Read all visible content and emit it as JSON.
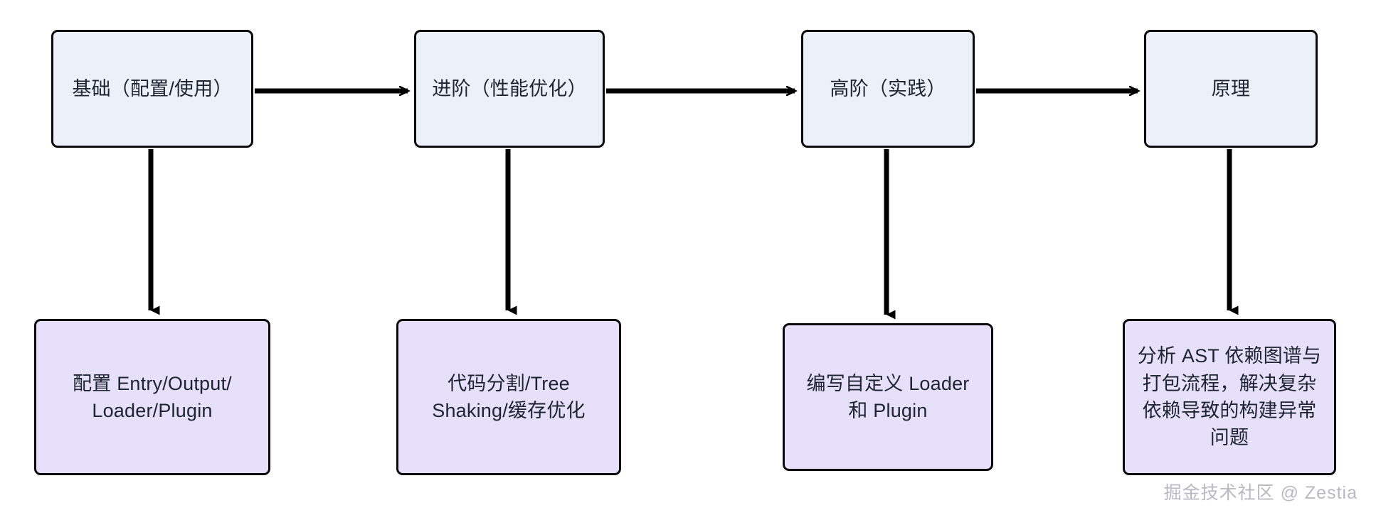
{
  "diagram": {
    "type": "flowchart",
    "direction": "left-to-right with downward branches",
    "title_text": "",
    "colors": {
      "stage_fill": "#ECF0F9",
      "detail_fill": "#E6E0FA",
      "border": "#0B0B0D",
      "text": "#1E2430",
      "arrow": "#000000",
      "background": "#FFFFFF",
      "watermark": "#B9B9C2"
    },
    "stages": [
      {
        "id": "stage-0",
        "label": "基础（配置/使用）"
      },
      {
        "id": "stage-1",
        "label": "进阶（性能优化）"
      },
      {
        "id": "stage-2",
        "label": "高阶（实践）"
      },
      {
        "id": "stage-3",
        "label": "原理"
      }
    ],
    "details": [
      {
        "id": "detail-0",
        "label": "配置 Entry/Output/\nLoader/Plugin"
      },
      {
        "id": "detail-1",
        "label": "代码分割/Tree\nShaking/缓存优化"
      },
      {
        "id": "detail-2",
        "label": "编写自定义 Loader\n和 Plugin"
      },
      {
        "id": "detail-3",
        "label": "分析 AST 依赖图谱与\n打包流程，解决复杂\n依赖导致的构建异常\n问题"
      }
    ],
    "edges": [
      {
        "from": "stage-0",
        "to": "stage-1",
        "orientation": "horizontal",
        "arrowhead": "open-v"
      },
      {
        "from": "stage-1",
        "to": "stage-2",
        "orientation": "horizontal",
        "arrowhead": "open-v"
      },
      {
        "from": "stage-2",
        "to": "stage-3",
        "orientation": "horizontal",
        "arrowhead": "open-v"
      },
      {
        "from": "stage-0",
        "to": "detail-0",
        "orientation": "vertical",
        "arrowhead": "filled-triangle"
      },
      {
        "from": "stage-1",
        "to": "detail-1",
        "orientation": "vertical",
        "arrowhead": "filled-triangle"
      },
      {
        "from": "stage-2",
        "to": "detail-2",
        "orientation": "vertical",
        "arrowhead": "filled-triangle"
      },
      {
        "from": "stage-3",
        "to": "detail-3",
        "orientation": "vertical",
        "arrowhead": "filled-triangle"
      }
    ]
  },
  "watermark": {
    "text": "掘金技术社区 @ Zestia"
  }
}
